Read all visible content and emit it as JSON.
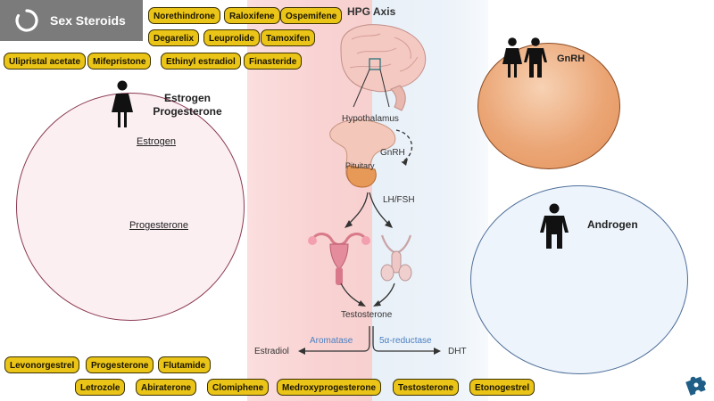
{
  "header": {
    "title": "Sex Steroids"
  },
  "hpg": {
    "title": "HPG Axis",
    "hypothalamus": "Hypothalamus",
    "gnrh": "GnRH",
    "pituitary": "Pituitary",
    "lh_fsh": "LH/FSH",
    "testosterone": "Testosterone",
    "aromatase": "Aromatase",
    "reductase": "5α-reductase",
    "estradiol": "Estradiol",
    "dht": "DHT"
  },
  "estrogen_circle": {
    "heading_1": "Estrogen",
    "heading_2": "Progesterone",
    "link_estrogen": "Estrogen",
    "link_progesterone": "Progesterone"
  },
  "gnrh_circle": {
    "label": "GnRH"
  },
  "androgen_circle": {
    "label": "Androgen"
  },
  "drugs_top": [
    "Norethindrone",
    "Raloxifene",
    "Ospemifene",
    "Degarelix",
    "Leuprolide",
    "Tamoxifen",
    "Ulipristal acetate",
    "Mifepristone",
    "Ethinyl estradiol",
    "Finasteride"
  ],
  "drugs_bottom": [
    "Levonorgestrel",
    "Progesterone",
    "Flutamide",
    "Letrozole",
    "Abiraterone",
    "Clomiphene",
    "Medroxyprogesterone",
    "Testosterone",
    "Etonogestrel"
  ],
  "colors": {
    "pill": "#eac417",
    "header": "#7b7b7b",
    "aromatase": "#4a7fc0"
  },
  "icons": {
    "reload": "reload-icon",
    "female": "female-icon",
    "male": "male-icon",
    "puzzle": "puzzle-icon"
  }
}
